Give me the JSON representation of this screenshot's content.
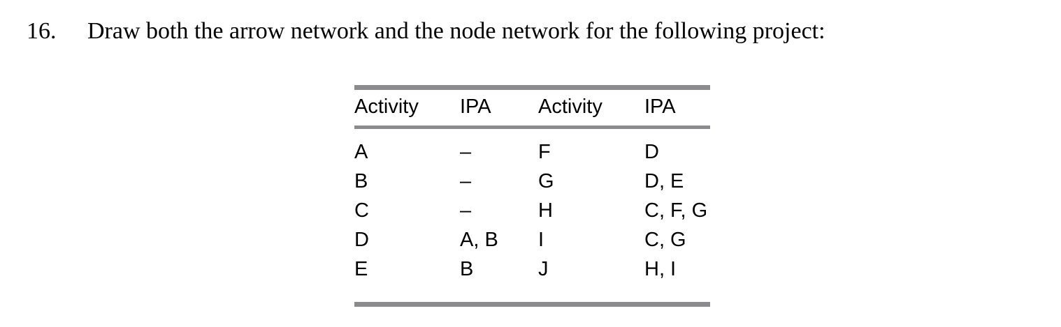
{
  "question": {
    "number": "16.",
    "text": "Draw both the arrow network and the node network for the following project:"
  },
  "table": {
    "headers": [
      "Activity",
      "IPA",
      "Activity",
      "IPA"
    ],
    "rows": [
      [
        "A",
        "–",
        "F",
        "D"
      ],
      [
        "B",
        "–",
        "G",
        "D, E"
      ],
      [
        "C",
        "–",
        "H",
        "C, F, G"
      ],
      [
        "D",
        "A, B",
        "I",
        "C, G"
      ],
      [
        "E",
        "B",
        "J",
        "H, I"
      ]
    ]
  },
  "colors": {
    "rule": "#8b8b8f",
    "text": "#000000",
    "background": "#ffffff"
  }
}
